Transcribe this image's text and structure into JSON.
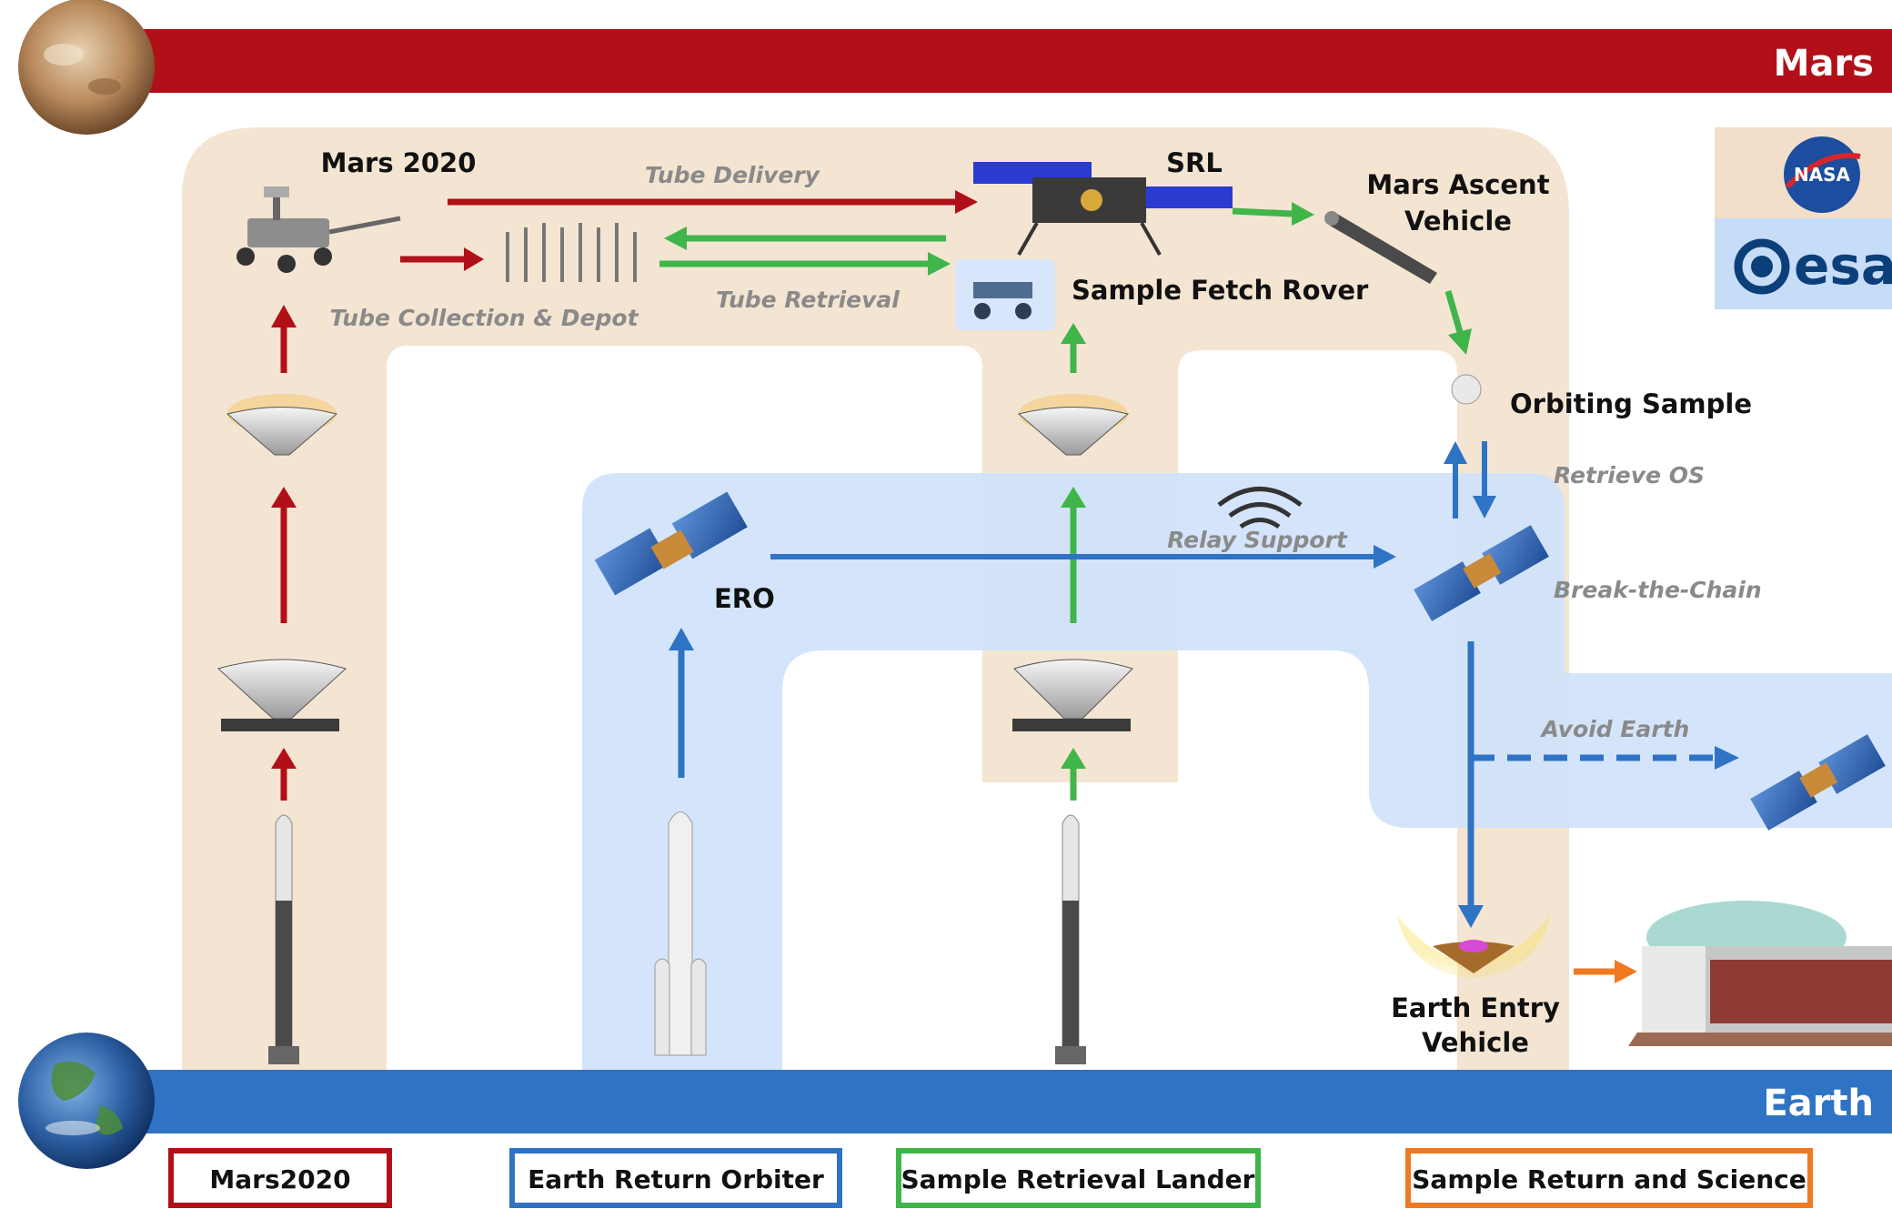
{
  "bands": {
    "top": "Mars",
    "bottom": "Earth"
  },
  "labels": {
    "mars2020": "Mars 2020",
    "srl": "SRL",
    "mav": [
      "Mars Ascent",
      "Vehicle"
    ],
    "fetch_rover": "Sample Fetch Rover",
    "orbiting_sample": "Orbiting Sample",
    "ero": "ERO",
    "eev": [
      "Earth Entry",
      "Vehicle"
    ]
  },
  "annotations": {
    "tube_delivery": "Tube Delivery",
    "tube_retrieval": "Tube Retrieval",
    "tube_collection": "Tube Collection & Depot",
    "relay_support": "Relay Support",
    "retrieve_os": "Retrieve OS",
    "break_chain": "Break-the-Chain",
    "avoid_earth": "Avoid Earth"
  },
  "logos": {
    "nasa": "NASA",
    "esa": "esa"
  },
  "legend": [
    {
      "label": "Mars2020",
      "color": "#b21018"
    },
    {
      "label": "Earth Return Orbiter",
      "color": "#2f73c4"
    },
    {
      "label": "Sample Retrieval Lander",
      "color": "#3fb54a"
    },
    {
      "label": "Sample Return and Science",
      "color": "#ef7a22"
    }
  ],
  "colors": {
    "mars_band": "#b21018",
    "earth_band": "#2f73c4",
    "mars_path": "#b21018",
    "ero_path": "#2f73c4",
    "srl_path": "#3fb54a",
    "science_path": "#ef7a22",
    "tan_region": "#f4e5d2",
    "blue_region": "#cfe2fb"
  }
}
